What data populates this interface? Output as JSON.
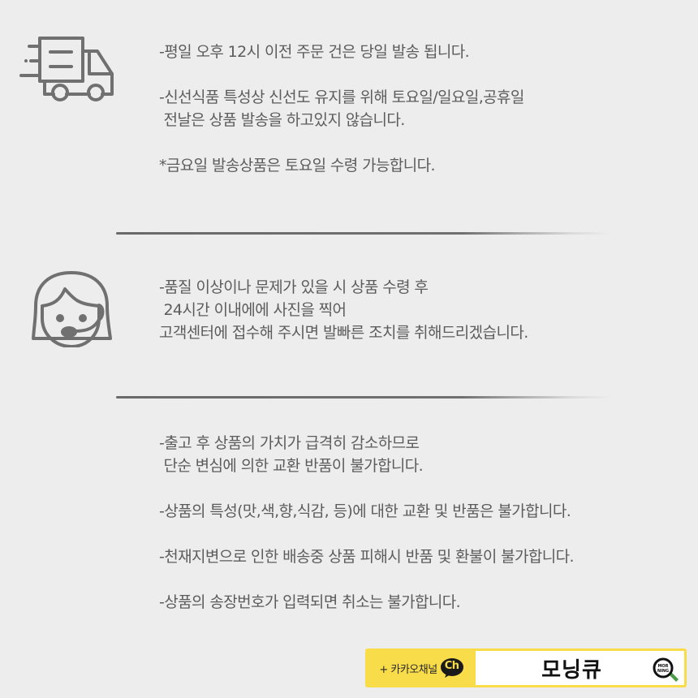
{
  "shipping": {
    "icon": "delivery-truck-icon",
    "lines": [
      "-평일 오후 12시 이전 주문 건은 당일 발송 됩니다.",
      "",
      "-신선식품 특성상 신선도 유지를 위해 토요일/일요일,공휴일",
      " 전날은 상품 발송을 하고있지 않습니다.",
      "",
      "*금요일 발송상품은 토요일 수령 가능합니다."
    ]
  },
  "customer_service": {
    "icon": "customer-service-agent-icon",
    "lines": [
      "-품질 이상이나 문제가 있을 시 상품 수령 후",
      " 24시간 이내에에 사진을 찍어",
      "고객센터에 접수해 주시면 발빠른 조치를 취해드리겠습니다."
    ]
  },
  "returns": {
    "lines": [
      "-출고 후 상품의 가치가 급격히 감소하므로",
      " 단순 변심에 의한 교환 반품이 불가합니다.",
      "",
      "-상품의 특성(맛,색,향,식감, 등)에 대한 교환 및 반품은 불가합니다.",
      "",
      "-천재지변으로 인한 배송중 상품 피해시 반품 및 환불이 불가합니다.",
      "",
      "-상품의 송장번호가 입력되면 취소는 불가합니다."
    ]
  },
  "banner": {
    "kakao_label": "+ 카카오채널",
    "ch_badge": "Ch",
    "brand_name": "모닝큐",
    "logo_text_top": "MOR",
    "logo_text_bottom": "NING",
    "colors": {
      "yellow": "#f8dc4a",
      "text": "#5c5c5c",
      "background": "#ededed"
    }
  }
}
